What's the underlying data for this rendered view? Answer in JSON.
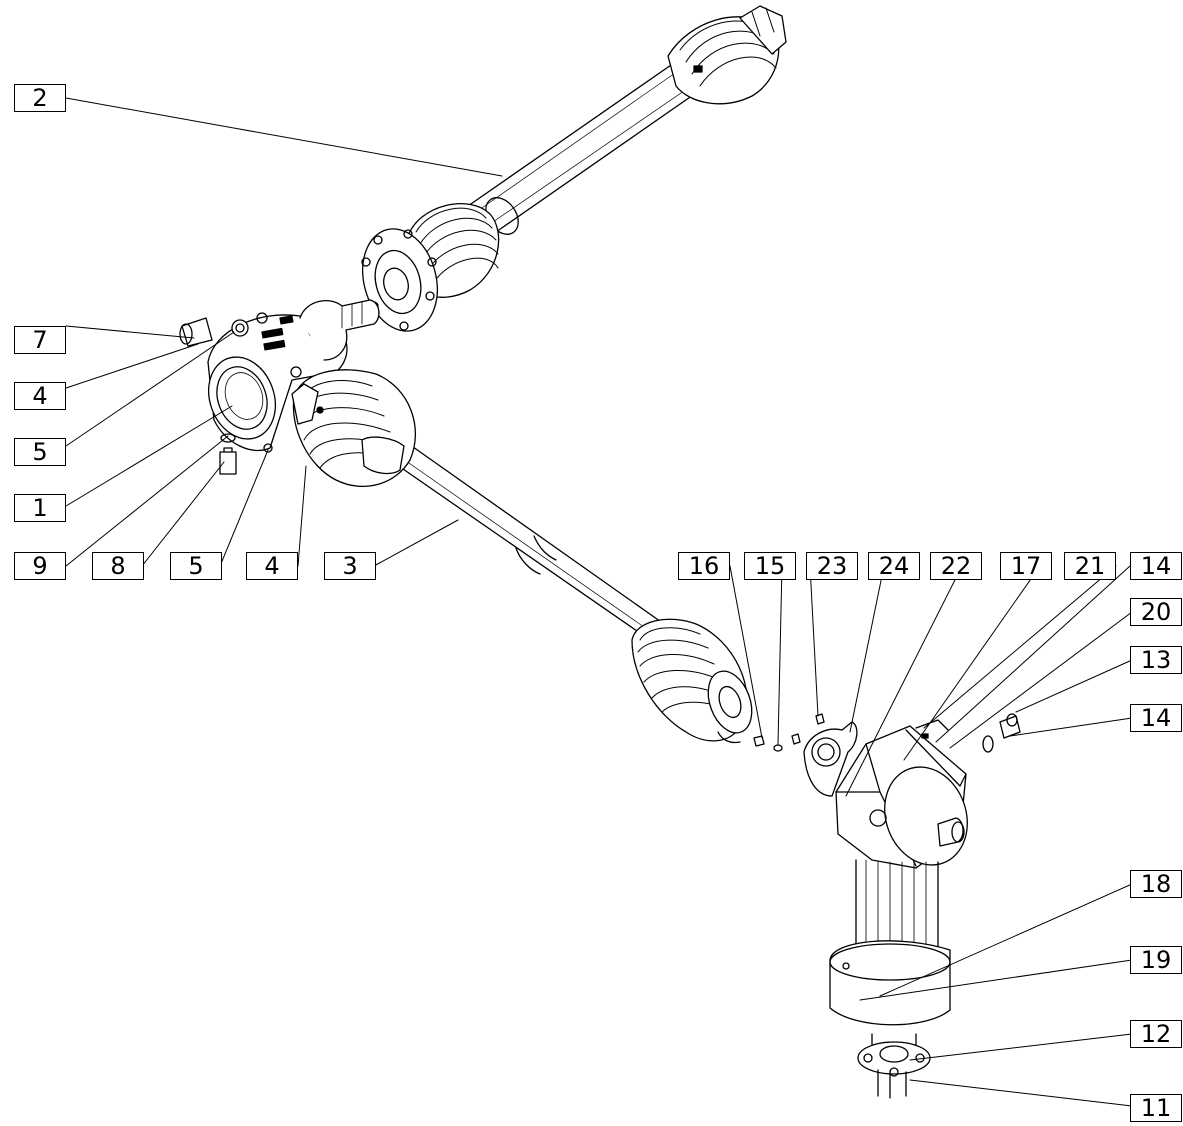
{
  "callouts": {
    "c2": "2",
    "c7": "7",
    "c4a": "4",
    "c5a": "5",
    "c1": "1",
    "c9": "9",
    "c8": "8",
    "c5b": "5",
    "c4b": "4",
    "c3": "3",
    "c16": "16",
    "c15": "15",
    "c23": "23",
    "c24": "24",
    "c22": "22",
    "c17": "17",
    "c21": "21",
    "c14a": "14",
    "c20": "20",
    "c13": "13",
    "c14b": "14",
    "c18": "18",
    "c19": "19",
    "c12": "12",
    "c11": "11"
  }
}
